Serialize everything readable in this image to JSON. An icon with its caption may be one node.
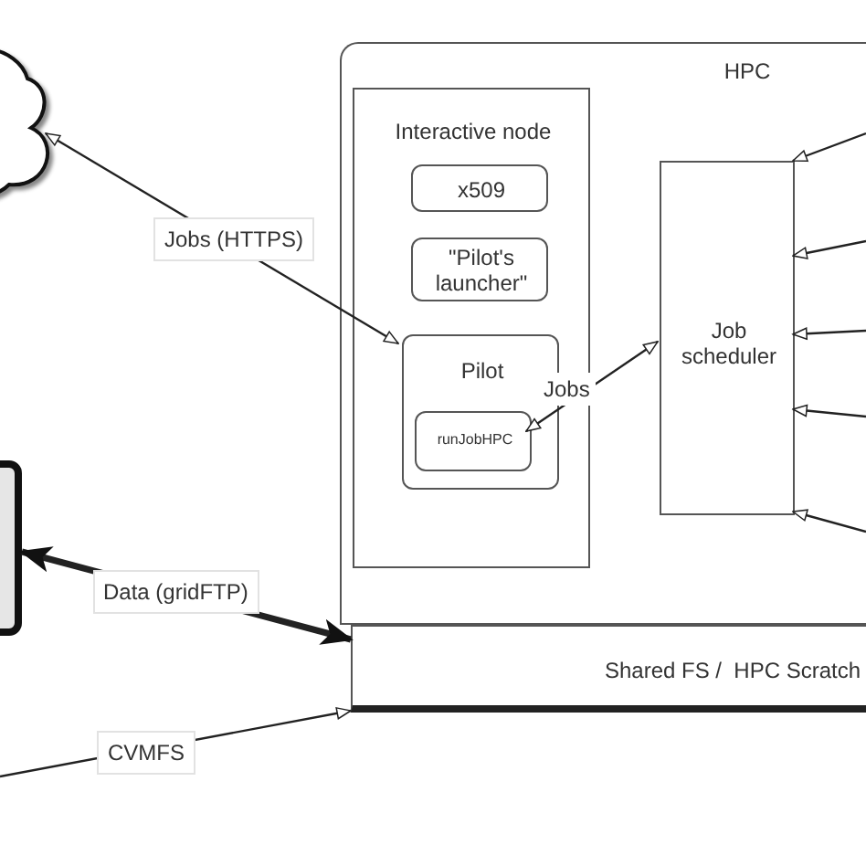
{
  "diagram": {
    "nodes": [
      {
        "text": [],
        "shape": "cloud"
      },
      {
        "text": [
          "HPC"
        ]
      },
      {
        "text": [
          "Interactive node"
        ],
        "in": 1
      },
      {
        "text": [
          "x509"
        ],
        "in": 2
      },
      {
        "text": [
          "\"Pilot's launcher\""
        ],
        "in": 2
      },
      {
        "text": [
          "Pilot"
        ],
        "in": 2
      },
      {
        "text": [
          "runJobHPC"
        ],
        "in": 5
      },
      {
        "text": [
          "Job scheduler"
        ],
        "in": 1
      },
      {
        "text": [],
        "shape": "box"
      },
      {
        "text": [
          "Shared FS /  HPC Scratch"
        ]
      }
    ],
    "edges": [
      {
        "from": 5,
        "to": 0,
        "arrow": "both",
        "label": "Jobs (HTTPS)"
      },
      {
        "from": 6,
        "to": 7,
        "arrow": "both",
        "label": "Jobs"
      },
      {
        "from": null,
        "to": 7,
        "arrow": "to"
      },
      {
        "from": null,
        "to": 7,
        "arrow": "to"
      },
      {
        "from": null,
        "to": 7,
        "arrow": "to"
      },
      {
        "from": null,
        "to": 7,
        "arrow": "to"
      },
      {
        "from": null,
        "to": 7,
        "arrow": "to"
      },
      {
        "from": 9,
        "to": 8,
        "arrow": "both",
        "label": "Data (gridFTP)",
        "style": "thick"
      },
      {
        "from": null,
        "to": 9,
        "arrow": "to",
        "label": "CVMFS"
      }
    ]
  }
}
